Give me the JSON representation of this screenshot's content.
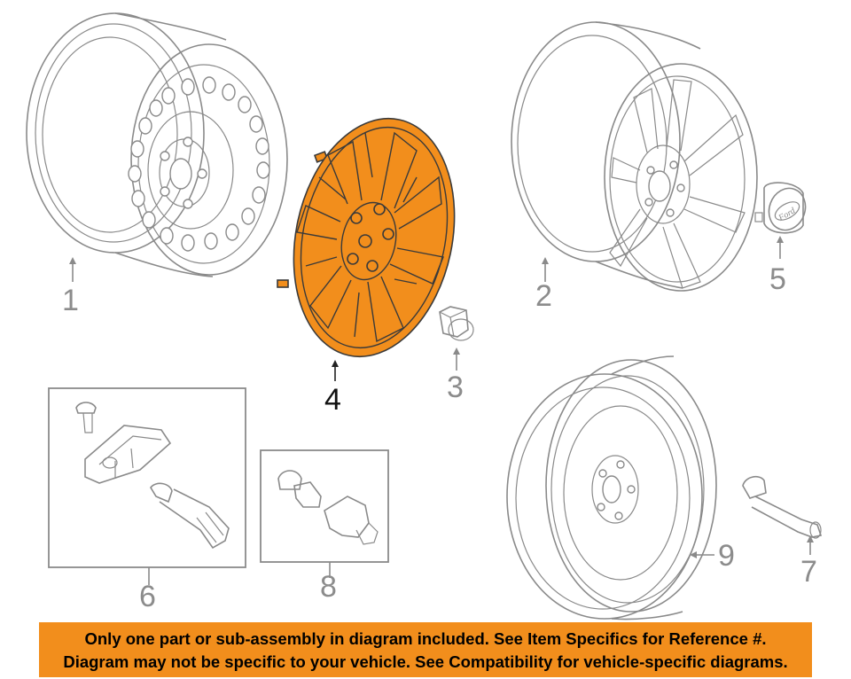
{
  "callouts": {
    "c1": "1",
    "c2": "2",
    "c3": "3",
    "c4": "4",
    "c5": "5",
    "c6": "6",
    "c7": "7",
    "c8": "8",
    "c9": "9"
  },
  "emblem_text": "Ford",
  "banner": {
    "line1": "Only one part or sub-assembly in diagram included. See Item Specifics for Reference #.",
    "line2": "Diagram may not be specific to your vehicle. See Compatibility for vehicle-specific diagrams."
  },
  "colors": {
    "highlight": "#f28e1c",
    "line_art": "#8a8a8a"
  }
}
